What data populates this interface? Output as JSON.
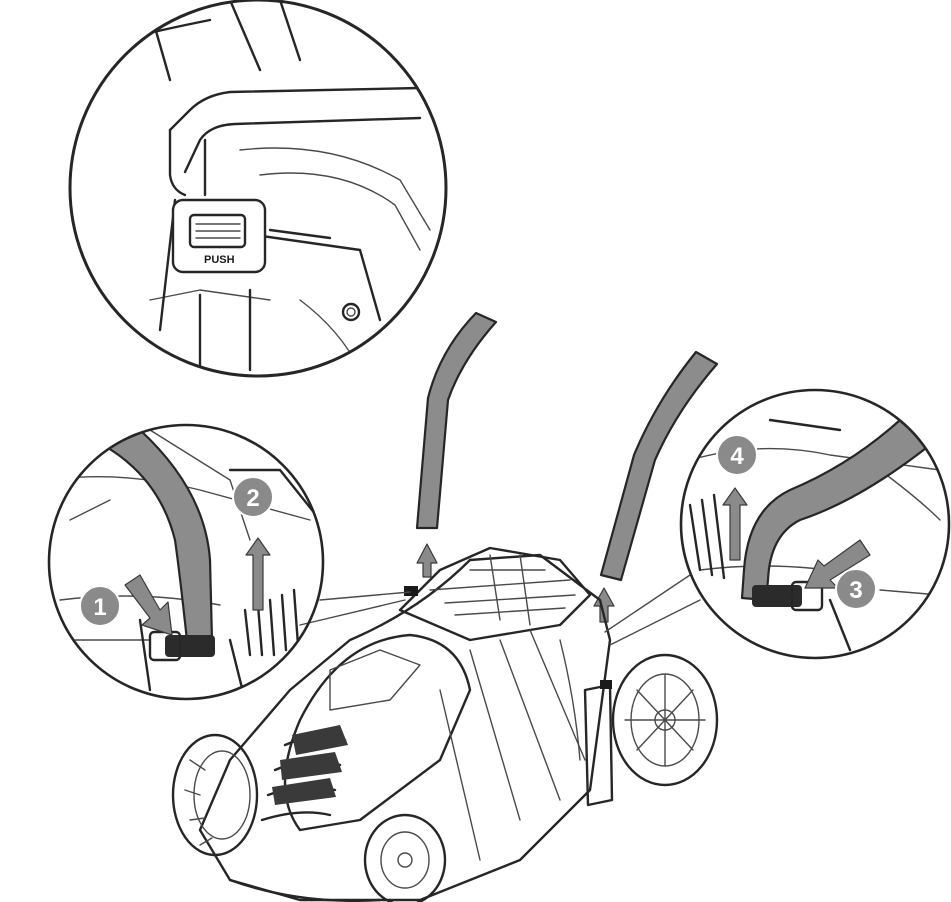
{
  "diagram": {
    "zoom_top": {
      "button_label": "PUSH"
    },
    "steps": [
      {
        "number": "1"
      },
      {
        "number": "2"
      },
      {
        "number": "3"
      },
      {
        "number": "4"
      }
    ],
    "colors": {
      "line": "#262626",
      "badge": "#8a8a8a",
      "handle": "#8c8c8c",
      "background": "#ffffff"
    }
  }
}
